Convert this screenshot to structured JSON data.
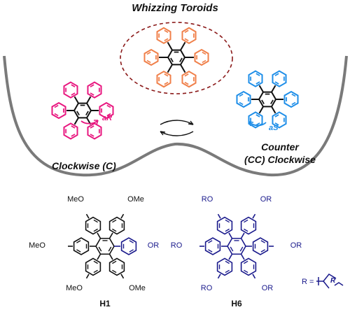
{
  "title": "Whizzing Toroids",
  "states": {
    "clockwise": {
      "label": "Clockwise (C)",
      "chirality": "aR",
      "color": "#e8177f"
    },
    "counter": {
      "line1": "Counter",
      "line2": "(CC) Clockwise",
      "chirality": "aS",
      "color": "#1e8ee8"
    },
    "toroid_color": "#f0804a",
    "ring_color": "#8b1a1a"
  },
  "compounds": {
    "h1": {
      "label": "H1",
      "substituents": {
        "top_left": "MeO",
        "top_right": "OMe",
        "left": "MeO",
        "right": "OR",
        "bottom_left": "MeO",
        "bottom_right": "OMe"
      }
    },
    "h6": {
      "label": "H6",
      "color": "#1a1a8c",
      "substituents": {
        "top_left": "RO",
        "top_right": "OR",
        "left": "RO",
        "right": "OR",
        "bottom_left": "RO",
        "bottom_right": "OR"
      },
      "r_definition": {
        "symbol": "R",
        "equals": "="
      }
    }
  }
}
